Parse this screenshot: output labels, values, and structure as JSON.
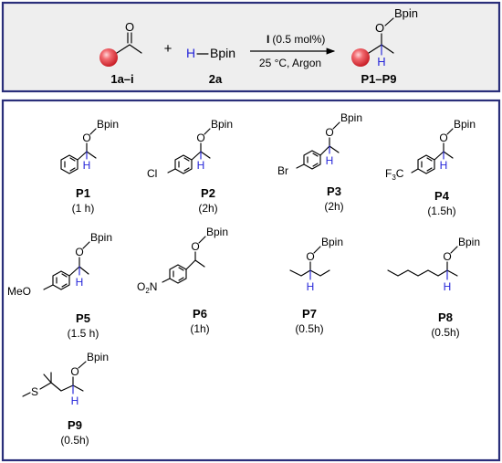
{
  "colors": {
    "frame": "#2a2f7a",
    "header_bg": "#eeeeee",
    "hydride": "#2626d9",
    "sphere": "#e8333c"
  },
  "scheme": {
    "ketone_label": "1a–i",
    "plus": "+",
    "hbpin_h": "H",
    "hbpin_b": "Bpin",
    "hbpin_label": "2a",
    "arrow_catalyst": "I",
    "arrow_loading": "(0.5 mol%)",
    "arrow_conditions": "25 °C, Argon",
    "product_label": "P1–P9",
    "ketone_o": "O",
    "product_o": "O",
    "product_b": "Bpin",
    "product_h": "H"
  },
  "products": [
    {
      "id": "P1",
      "time": "(1 h)"
    },
    {
      "id": "P2",
      "time": "(2h)",
      "substituent": "Cl"
    },
    {
      "id": "P3",
      "time": "(2h)",
      "substituent": "Br"
    },
    {
      "id": "P4",
      "time": "(1.5h)",
      "substituent": "F3C"
    },
    {
      "id": "P5",
      "time": "(1.5 h)",
      "substituent": "MeO"
    },
    {
      "id": "P6",
      "time": "(1h)",
      "substituent": "O2N"
    },
    {
      "id": "P7",
      "time": "(0.5h)"
    },
    {
      "id": "P8",
      "time": "(0.5h)"
    },
    {
      "id": "P9",
      "time": "(0.5h)",
      "substituent": "S"
    }
  ],
  "atoms": {
    "o": "O",
    "b": "Bpin",
    "h": "H"
  }
}
